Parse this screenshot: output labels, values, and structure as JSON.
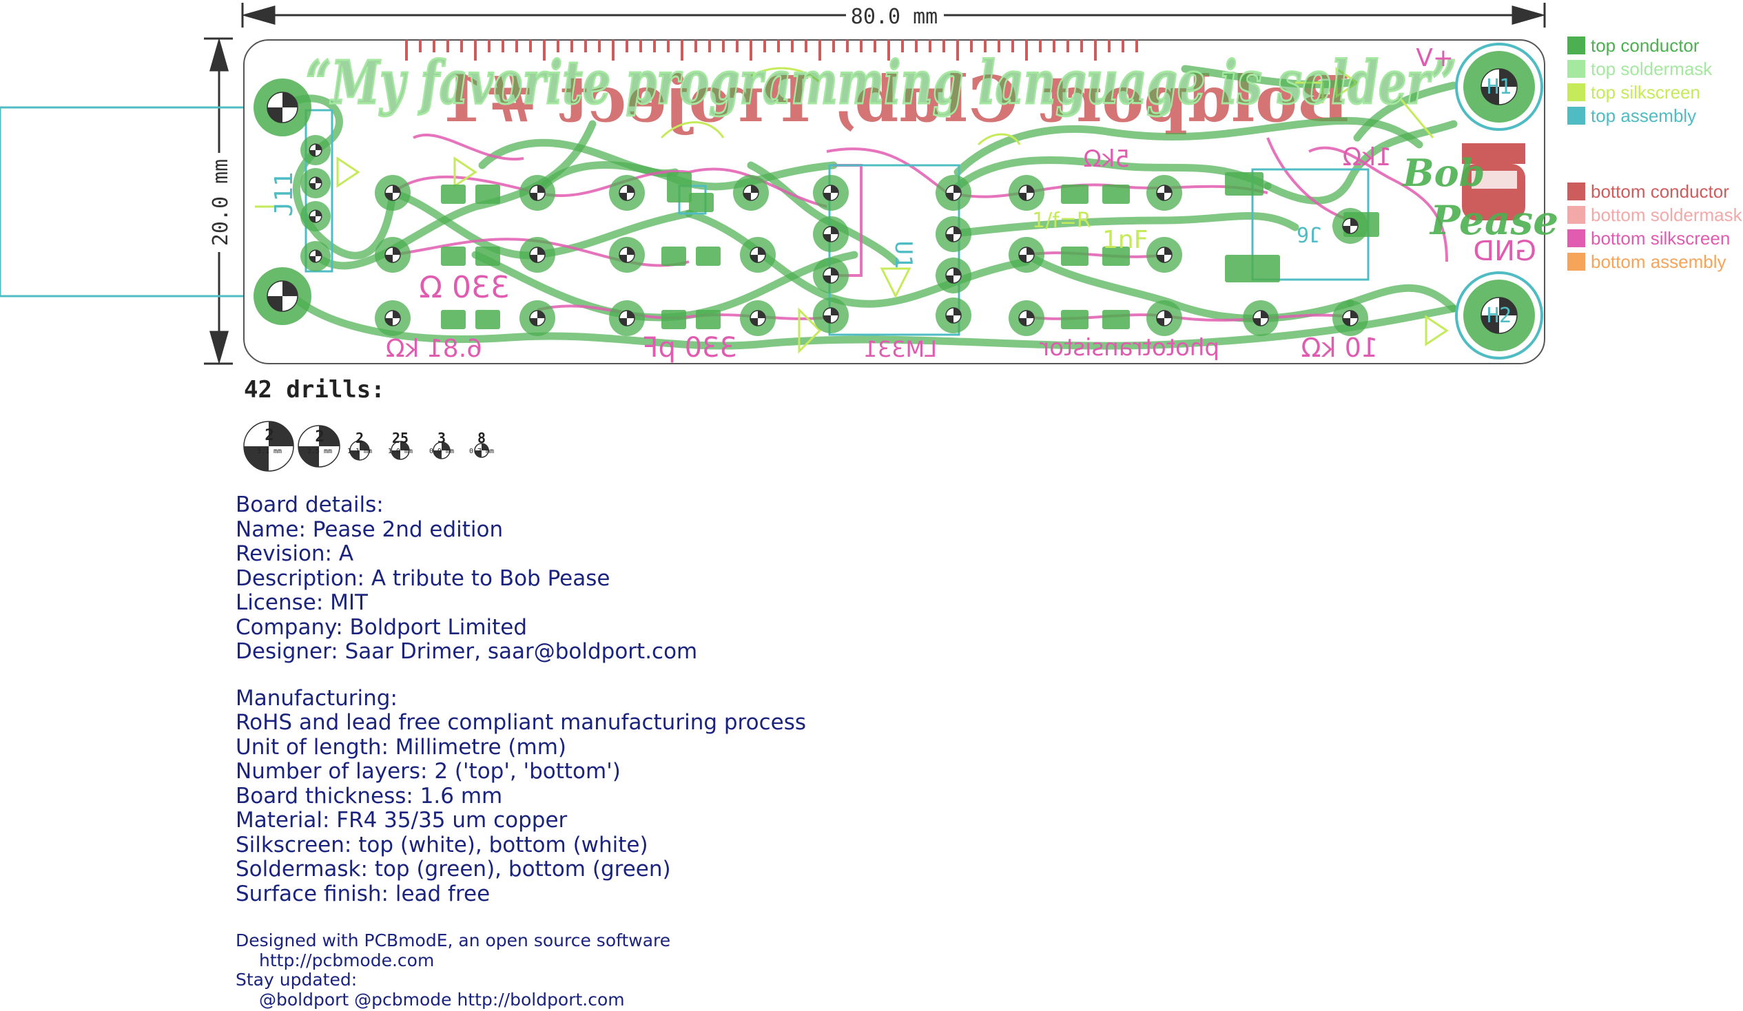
{
  "dimensions": {
    "width_label": "80.0 mm",
    "height_label": "20.0 mm"
  },
  "board_text": {
    "slogan": "“My favorite programming language is solder”",
    "mirrored_title": "Boldport Club, Project #1",
    "bob": "Bob",
    "pease": "Pease",
    "gnd": "GND",
    "plus_v": "+V",
    "j11": "J11",
    "u1": "U1",
    "j6": "J6",
    "h1": "H1",
    "h2": "H2",
    "r_330": "330 Ω",
    "r_681k": "6.81 kΩ",
    "c_330p": "330 pF",
    "lm": "LM331",
    "photo": "phototransistor",
    "r_10k": "10 kΩ",
    "c_1nf": "1nF",
    "r_1k": "1kΩ",
    "r_5k": "5kΩ",
    "fv": "1/f=R"
  },
  "legend": {
    "items": [
      {
        "label": "top conductor",
        "color": "#4caf50"
      },
      {
        "label": "top soldermask",
        "color": "#a5e8a0"
      },
      {
        "label": "top silkscreen",
        "color": "#c5ea5a"
      },
      {
        "label": "top assembly",
        "color": "#4fbcc4"
      },
      {
        "label": "bottom conductor",
        "color": "#cd5c5c"
      },
      {
        "label": "bottom soldermask",
        "color": "#f4a9a9"
      },
      {
        "label": "bottom silkscreen",
        "color": "#e05cb0"
      },
      {
        "label": "bottom assembly",
        "color": "#f6a45a"
      }
    ]
  },
  "drills": {
    "title": "42 drills:",
    "items": [
      {
        "count": "2",
        "size": "3.1 mm"
      },
      {
        "count": "2",
        "size": "2.5 mm"
      },
      {
        "count": "2",
        "size": "1.1 mm"
      },
      {
        "count": "25",
        "size": "1.0 mm"
      },
      {
        "count": "3",
        "size": "0.9 mm"
      },
      {
        "count": "8",
        "size": "0.7 mm"
      }
    ]
  },
  "details": {
    "board": [
      "Board details:",
      "Name: Pease 2nd edition",
      "Revision: A",
      "Description: A tribute to Bob Pease",
      "License: MIT",
      "Company: Boldport Limited",
      "Designer: Saar Drimer, saar@boldport.com"
    ],
    "manufacturing": [
      "Manufacturing:",
      "RoHS and lead free compliant manufacturing process",
      "Unit of length: Millimetre (mm)",
      "Number of layers: 2 ('top', 'bottom')",
      "Board thickness: 1.6 mm",
      "Material: FR4 35/35 um copper",
      "Silkscreen: top (white), bottom (white)",
      "Soldermask: top (green), bottom (green)",
      "Surface finish: lead free"
    ],
    "credits": [
      "Designed with PCBmodE, an open source software",
      "http://pcbmode.com",
      "Stay updated:",
      "@boldport @pcbmode http://boldport.com"
    ]
  }
}
